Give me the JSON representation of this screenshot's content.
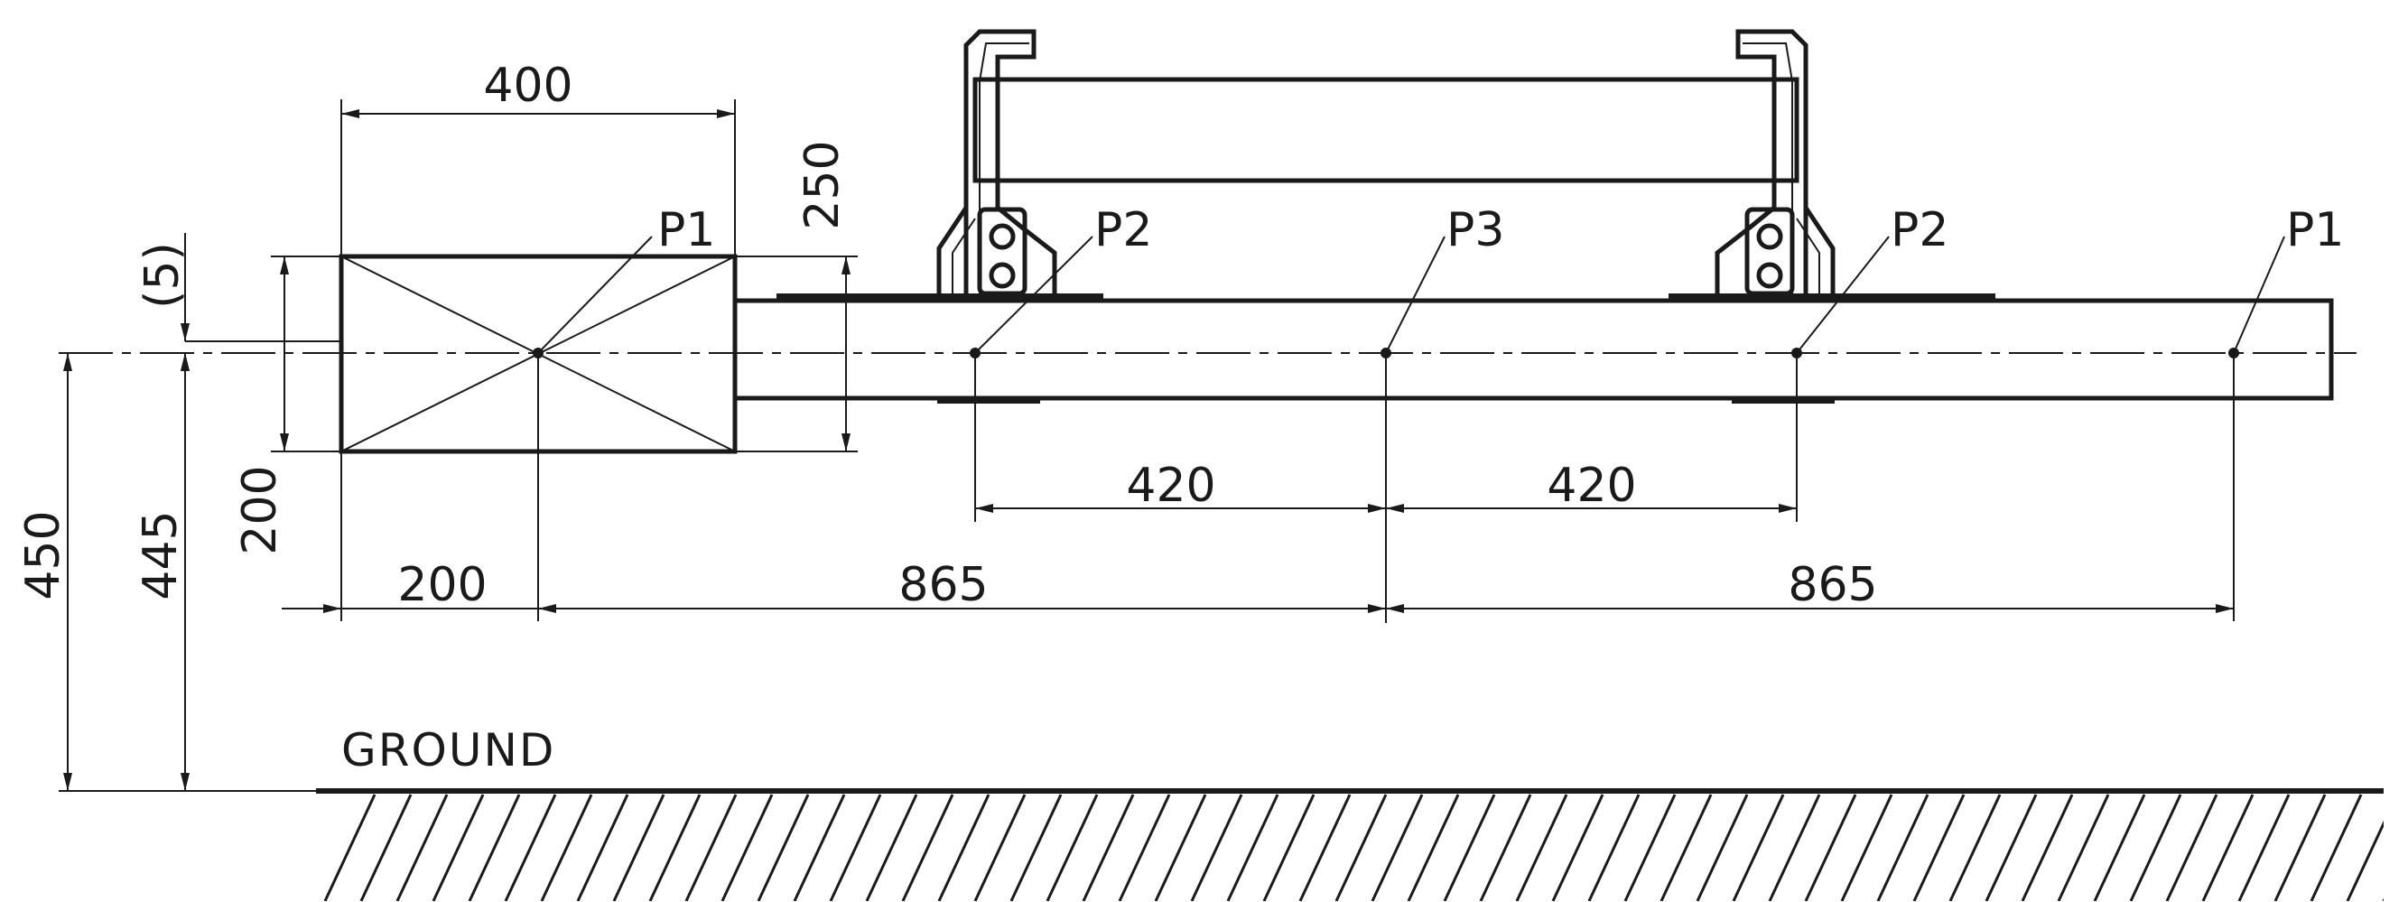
{
  "drawing": {
    "dimensions": {
      "block_width": "400",
      "block_height": "200",
      "beam_height": "250",
      "offset": "(5)",
      "center_height": "445",
      "total_height": "450",
      "p1_offset": "200",
      "left_span": "865",
      "right_span": "865",
      "inner_left": "420",
      "inner_right": "420"
    },
    "points": {
      "p1_left": "P1",
      "p2_left": "P2",
      "p3": "P3",
      "p2_right": "P2",
      "p1_right": "P1"
    },
    "ground_label": "GROUND"
  }
}
